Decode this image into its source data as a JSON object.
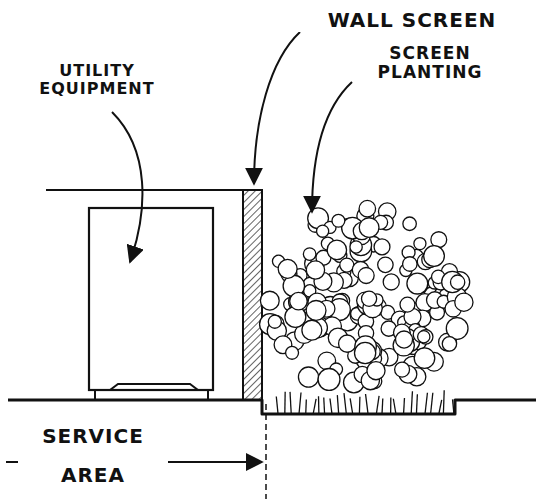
{
  "diagram": {
    "labels": [
      "UTILITY EQUIPMENT",
      "WALL SCREEN",
      "SCREEN PLANTING",
      "SERVICE AREA"
    ]
  }
}
